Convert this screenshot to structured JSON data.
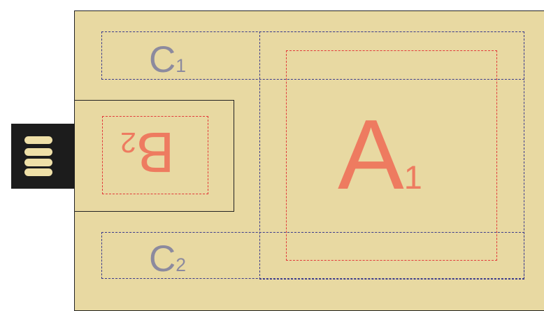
{
  "colors": {
    "card_fill": "#e8d9a2",
    "card_border": "#222222",
    "blue_dash": "#3a3a8c",
    "red_dash": "#e23a3a",
    "label_gray": "#8c8a9e",
    "label_salmon": "#ee7b60",
    "connector": "#1c1c1c",
    "contact": "#efe0a8"
  },
  "labels": {
    "c1": {
      "letter": "C",
      "sub": "1"
    },
    "c2": {
      "letter": "C",
      "sub": "2"
    },
    "a1": {
      "letter": "A",
      "sub": "1"
    },
    "b2": {
      "letter": "B",
      "sub": "2"
    }
  }
}
